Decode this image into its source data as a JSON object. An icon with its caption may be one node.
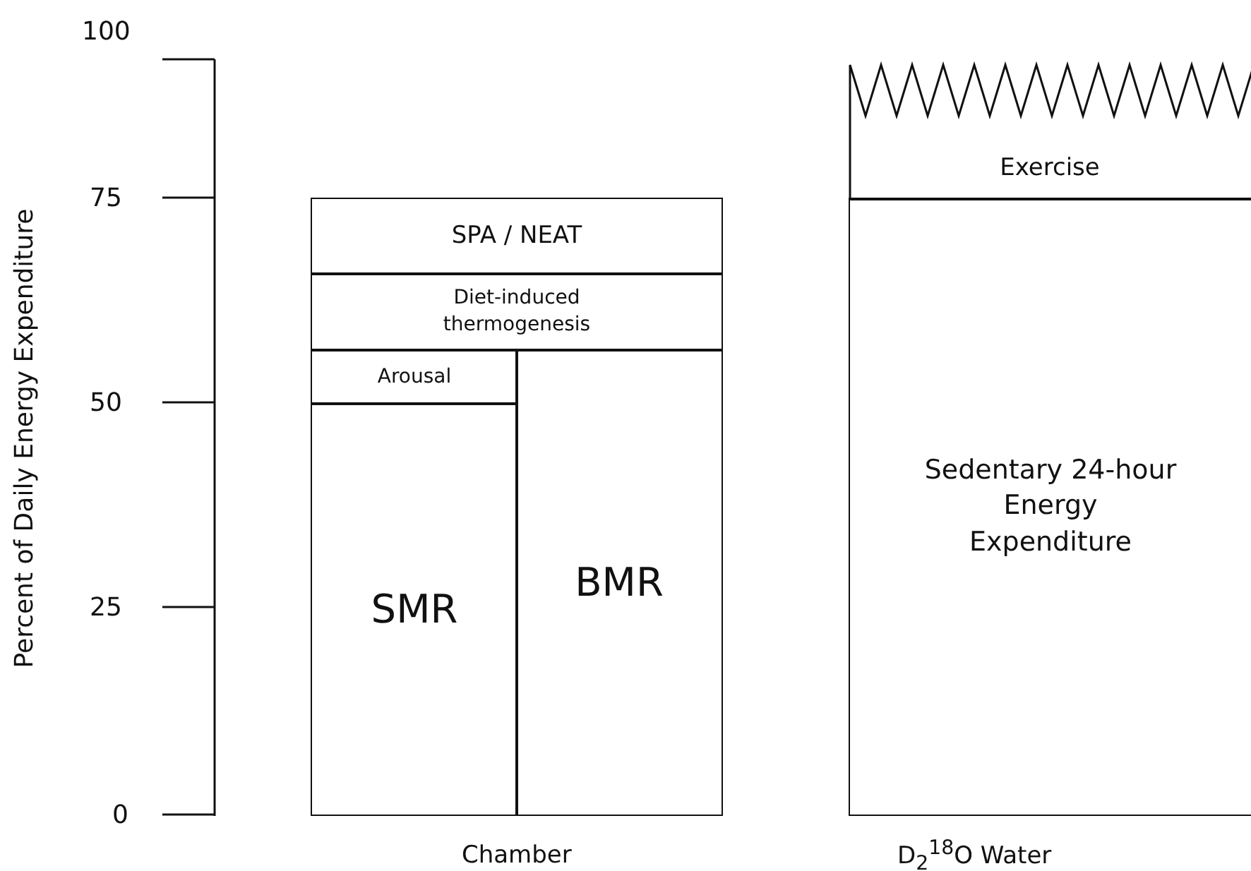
{
  "diagram": {
    "nodes": [
      {
        "text": [
          "SPA / NEAT"
        ]
      },
      {
        "text": [
          "Diet-induced thermogenesis"
        ]
      },
      {
        "text": [
          "Arousal"
        ]
      },
      {
        "text": [
          "SMR"
        ]
      },
      {
        "text": [
          "BMR"
        ]
      },
      {
        "text": [
          "Exercise"
        ]
      },
      {
        "text": [
          "Sedentary 24-hour Energy Expenditure"
        ]
      }
    ],
    "edges": [],
    "labels": [
      "100",
      "75",
      "50",
      "25",
      "0",
      "Percent of Daily Energy Expenditure",
      "Chamber",
      "D$_{2}$$^{18}$O Water"
    ]
  }
}
